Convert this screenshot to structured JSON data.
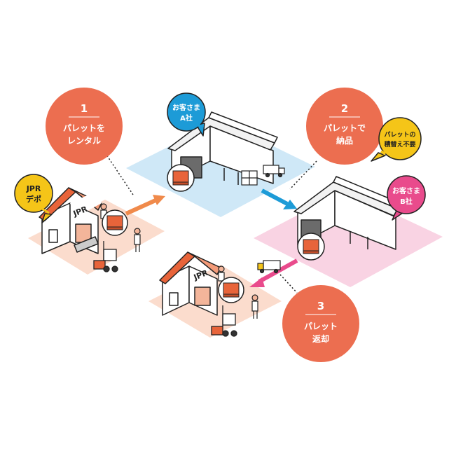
{
  "steps": [
    {
      "number": "1",
      "line1": "パレットを",
      "line2": "レンタル"
    },
    {
      "number": "2",
      "line1": "パレットで",
      "line2": "納品"
    },
    {
      "number": "3",
      "line1": "パレット",
      "line2": "返却"
    }
  ],
  "bubbles": {
    "jpr_depot": {
      "line1": "JPR",
      "line2": "デポ"
    },
    "customer_a": {
      "line1": "お客さま",
      "line2": "A社"
    },
    "customer_b": {
      "line1": "お客さま",
      "line2": "B社"
    },
    "no_transfer": {
      "line1": "パレットの",
      "line2": "積替え不要"
    }
  },
  "building_sign": "JPR",
  "colors": {
    "step_circle": "#ec6e50",
    "jpr_bubble": "#f5c518",
    "customer_a_bubble": "#1d9bd7",
    "customer_b_bubble": "#e94b8c",
    "no_transfer_bubble": "#f5c518",
    "zone_depot": "#fbdccd",
    "zone_a": "#cfe8f7",
    "zone_b": "#f9d3e3",
    "arrow_orange": "#f08a4b",
    "arrow_blue": "#1d9bd7",
    "arrow_pink": "#e94b8c",
    "pallet": "#e8643a",
    "outline": "#222222"
  }
}
